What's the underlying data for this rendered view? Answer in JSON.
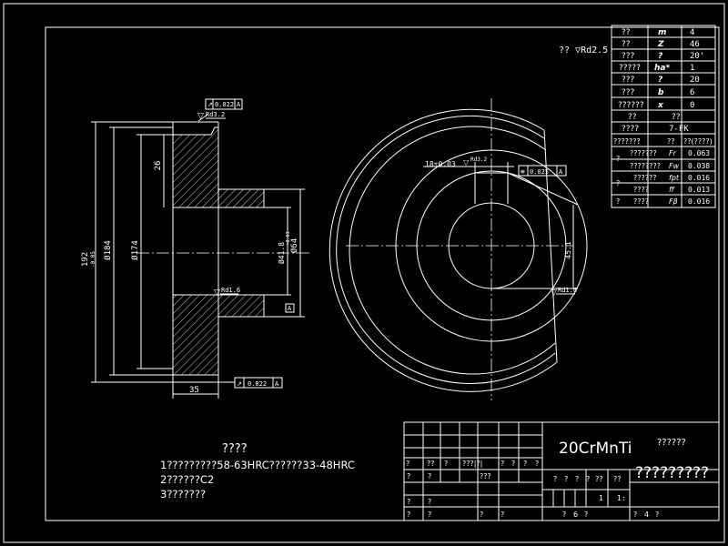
{
  "title_block": {
    "material": "20CrMnTi",
    "material_suffix": "??????",
    "drawing_name": "?????????",
    "row1": [
      "?",
      "??",
      "?",
      "???|?|",
      "?",
      "?",
      "?",
      "?"
    ],
    "row2_left": [
      "?",
      "?"
    ],
    "row2_mid": "???",
    "row2_right": [
      "?",
      "?",
      "?",
      "?",
      "??",
      "??"
    ],
    "row3_left": [
      "?",
      "?"
    ],
    "row3_right": [
      "1",
      "1:"
    ],
    "row4_left": [
      "?",
      "?",
      "?",
      "?"
    ],
    "row4_right": [
      "?",
      "6",
      "?"
    ],
    "row4_far": [
      "?",
      "4",
      "?"
    ]
  },
  "notes": {
    "heading": "????",
    "line1": "1?????????58-63HRC??????33-48HRC",
    "line2": "2??????C2",
    "line3": "3???????"
  },
  "roughness_global": "?? ▽Rd2.5",
  "param_table": [
    {
      "name": "??",
      "sym": "m",
      "val": "4"
    },
    {
      "name": "??",
      "sym": "Z",
      "val": "46"
    },
    {
      "name": "???",
      "sym": "?",
      "val": "20'"
    },
    {
      "name": "?????",
      "sym": "ha*",
      "val": "1"
    },
    {
      "name": "???",
      "sym": "?",
      "val": "20"
    },
    {
      "name": "???",
      "sym": "b",
      "val": "6"
    },
    {
      "name": "??????",
      "sym": "x",
      "val": "0"
    }
  ],
  "precision": {
    "label": "??",
    "value": "??",
    "label2": "????",
    "value2": "7-FK"
  },
  "tolerance_head": {
    "col1": "???????",
    "col2": "??",
    "col3": "??(????)"
  },
  "tolerance_rows": [
    {
      "group": "?",
      "name": "???????",
      "sym": "Fr",
      "val": "0.063"
    },
    {
      "group": "",
      "name": "????????",
      "sym": "Fw",
      "val": "0.038"
    },
    {
      "group": "?",
      "name": "??????",
      "sym": "fpt",
      "val": "0.016"
    },
    {
      "group": "",
      "name": "????",
      "sym": "ff",
      "val": "0.013"
    },
    {
      "group": "?",
      "name": "????",
      "sym": "Fβ",
      "val": "0.016"
    }
  ],
  "dims": {
    "d192": "192",
    "d192_tol": "-0.05",
    "d184": "Ø184",
    "d174": "Ø174",
    "d26": "26",
    "d35": "35",
    "d64": "Ø64",
    "bore": "Ø41.8",
    "bore_tol": "+0.03",
    "keyway": "18±0.03",
    "keydepth": "45.1",
    "runout1": "0.022",
    "runout1_ref": "A",
    "runout2": "0.022",
    "runout2_ref": "A",
    "symmetry": "0.025",
    "symmetry_ref": "A",
    "datum": "A",
    "ra_top": "Rd3.2",
    "ra_bore": "Rd1.6",
    "ra_hub": "Rd1.6",
    "ra_key": "Rd3.2"
  }
}
